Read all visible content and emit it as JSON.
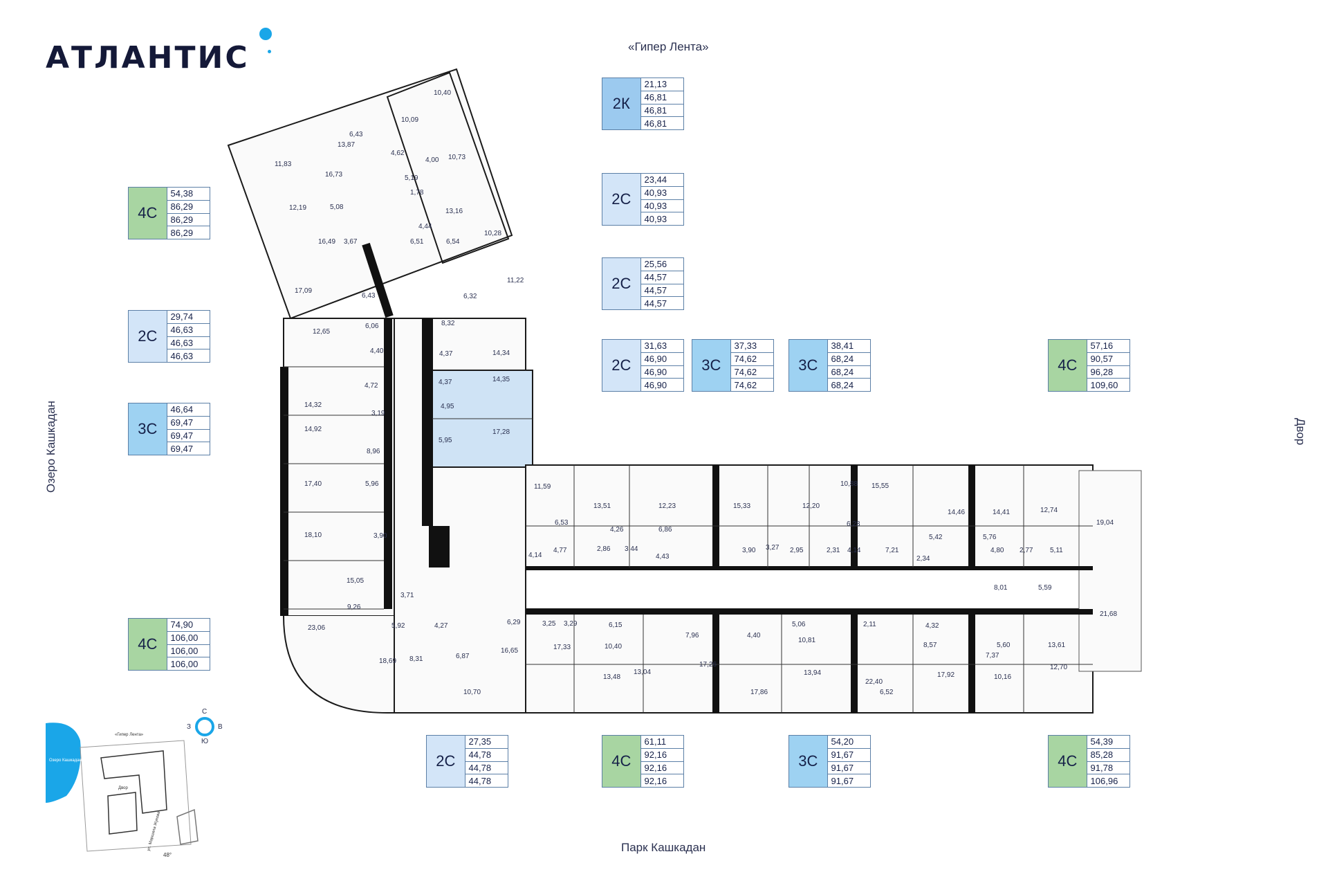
{
  "brand": {
    "name": "АТЛАНТИС"
  },
  "labels": {
    "north": "«Гипер Лента»",
    "south": "Парк Кашкадан",
    "west": "Озеро Кашкадан",
    "east": "Двор"
  },
  "colors": {
    "C4": "#a8d5a2",
    "C3": "#9ed2f2",
    "C2": "#d3e5f8",
    "K2": "#9ccaef",
    "selected": "#cfe3f5",
    "accent": "#1aa6e8"
  },
  "cards": [
    {
      "type": "2К",
      "values": [
        "21,13",
        "46,81",
        "46,81",
        "46,81"
      ]
    },
    {
      "type": "2С",
      "values": [
        "23,44",
        "40,93",
        "40,93",
        "40,93"
      ]
    },
    {
      "type": "2С",
      "values": [
        "25,56",
        "44,57",
        "44,57",
        "44,57"
      ]
    },
    {
      "type": "4С",
      "values": [
        "54,38",
        "86,29",
        "86,29",
        "86,29"
      ]
    },
    {
      "type": "2С",
      "values": [
        "29,74",
        "46,63",
        "46,63",
        "46,63"
      ]
    },
    {
      "type": "3С",
      "values": [
        "46,64",
        "69,47",
        "69,47",
        "69,47"
      ]
    },
    {
      "type": "2С",
      "values": [
        "31,63",
        "46,90",
        "46,90",
        "46,90"
      ]
    },
    {
      "type": "3С",
      "values": [
        "37,33",
        "74,62",
        "74,62",
        "74,62"
      ]
    },
    {
      "type": "3С",
      "values": [
        "38,41",
        "68,24",
        "68,24",
        "68,24"
      ]
    },
    {
      "type": "4С",
      "values": [
        "57,16",
        "90,57",
        "96,28",
        "109,60"
      ]
    },
    {
      "type": "4С",
      "values": [
        "74,90",
        "106,00",
        "106,00",
        "106,00"
      ]
    },
    {
      "type": "2С",
      "values": [
        "27,35",
        "44,78",
        "44,78",
        "44,78"
      ]
    },
    {
      "type": "4С",
      "values": [
        "61,11",
        "92,16",
        "92,16",
        "92,16"
      ]
    },
    {
      "type": "3С",
      "values": [
        "54,20",
        "91,67",
        "91,67",
        "91,67"
      ]
    },
    {
      "type": "4С",
      "values": [
        "54,39",
        "85,28",
        "91,78",
        "106,96"
      ]
    }
  ],
  "room_areas": [
    "10,40",
    "10,09",
    "6,43",
    "13,87",
    "11,83",
    "4,62",
    "4,00",
    "10,73",
    "16,73",
    "5,19",
    "12,19",
    "5,08",
    "1,78",
    "13,16",
    "16,49",
    "3,67",
    "4,44",
    "10,28",
    "6,51",
    "6,54",
    "11,22",
    "17,09",
    "6,43",
    "6,32",
    "12,65",
    "6,06",
    "8,32",
    "4,40",
    "4,37",
    "14,34",
    "4,72",
    "4,37",
    "14,35",
    "14,32",
    "3,19",
    "4,95",
    "14,92",
    "17,28",
    "8,96",
    "5,95",
    "17,40",
    "5,96",
    "11,59",
    "13,51",
    "12,23",
    "15,33",
    "12,20",
    "10,88",
    "15,55",
    "14,46",
    "14,41",
    "12,74",
    "19,04",
    "6,53",
    "4,26",
    "6,86",
    "6,28",
    "5,42",
    "5,76",
    "18,10",
    "3,90",
    "4,77",
    "2,86",
    "3,44",
    "4,43",
    "3,90",
    "3,27",
    "2,95",
    "2,31",
    "4,14",
    "7,21",
    "2,34",
    "4,80",
    "2,77",
    "5,11",
    "4,14",
    "15,05",
    "3,71",
    "8,01",
    "5,59",
    "9,26",
    "6,29",
    "3,25",
    "3,29",
    "6,15",
    "5,06",
    "2,11",
    "4,32",
    "21,68",
    "23,06",
    "5,92",
    "4,27",
    "10,40",
    "7,96",
    "4,40",
    "10,81",
    "8,57",
    "5,60",
    "13,61",
    "18,69",
    "8,31",
    "6,87",
    "16,65",
    "17,33",
    "17,26",
    "13,04",
    "13,48",
    "22,40",
    "13,94",
    "7,37",
    "12,70",
    "10,70",
    "17,86",
    "6,52",
    "17,92",
    "10,16"
  ],
  "compass": {
    "n": "С",
    "s": "Ю",
    "w": "З",
    "e": "В"
  },
  "site_labels": {
    "road": "«Гипер Лента»",
    "lake": "Озеро Кашкадан",
    "yard": "Двор",
    "street": "ул. Маршала Жукова",
    "angle": "48°"
  }
}
